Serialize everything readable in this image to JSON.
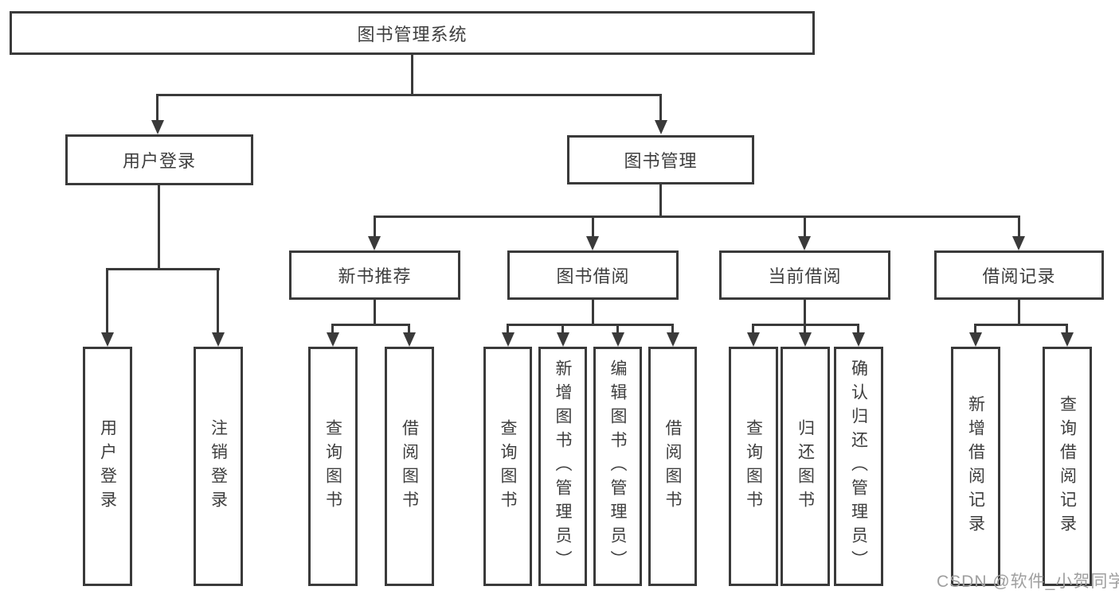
{
  "nodes": {
    "root": {
      "label": "图书管理系统"
    },
    "userLogin": {
      "label": "用户登录"
    },
    "bookMgmt": {
      "label": "图书管理"
    },
    "newBookRec": {
      "label": "新书推荐"
    },
    "bookBorrow": {
      "label": "图书借阅"
    },
    "currentBorrow": {
      "label": "当前借阅"
    },
    "borrowRecords": {
      "label": "借阅记录"
    },
    "leafUserLogin": {
      "label": "用户登录"
    },
    "leafLogoutLogin": {
      "label": "注销登录"
    },
    "leafQueryBooksA": {
      "label": "查询图书"
    },
    "leafBorrowBooksA": {
      "label": "借阅图书"
    },
    "leafQueryBooksB": {
      "label": "查询图书"
    },
    "leafAddBooks": {
      "label": "新增图书（管理员）"
    },
    "leafEditBooks": {
      "label": "编辑图书（管理员）"
    },
    "leafBorrowBooksB": {
      "label": "借阅图书"
    },
    "leafQueryBooksC": {
      "label": "查询图书"
    },
    "leafReturnBooks": {
      "label": "归还图书"
    },
    "leafConfirmReturn": {
      "label": "确认归还（管理员）"
    },
    "leafAddBorrowRecord": {
      "label": "新增借阅记录"
    },
    "leafQueryBorrowRecord": {
      "label": "查询借阅记录"
    }
  },
  "watermark": {
    "text": "CSDN @软件_小贺同学"
  },
  "colors": {
    "line": "#3a3a3a",
    "text": "#3e3e3e",
    "watermark": "#9f9f9f",
    "background": "#ffffff"
  }
}
